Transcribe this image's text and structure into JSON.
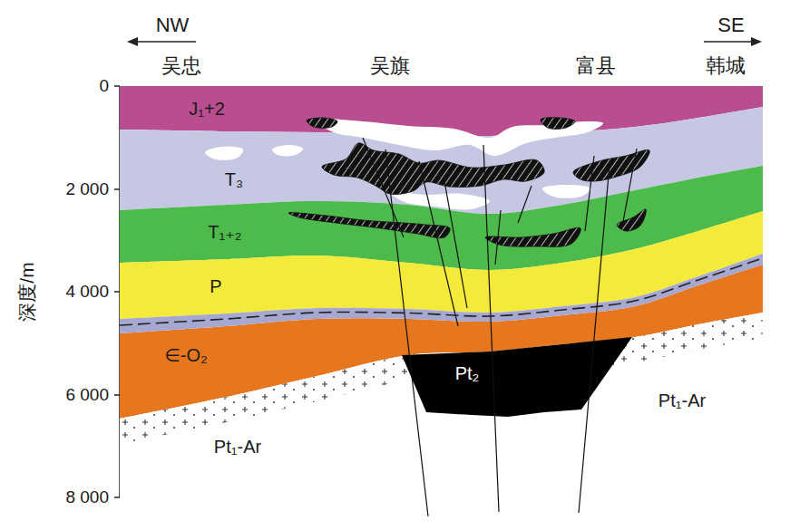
{
  "diagram": {
    "nodes": [
      {
        "text": [
          "J₁+2"
        ]
      },
      {
        "text": [
          "T₃"
        ]
      },
      {
        "text": [
          "T₁₊₂"
        ]
      },
      {
        "text": [
          "P"
        ]
      },
      {
        "text": [
          "∈-O₂"
        ]
      },
      {
        "text": [
          "Pt₁-Ar",
          "Pt₁-Ar"
        ]
      },
      {
        "text": [
          "Pt₂"
        ]
      }
    ],
    "labels": [
      "NW",
      "SE",
      "吴忠",
      "吴旗",
      "富县",
      "韩城",
      "0",
      "2 000",
      "4 000",
      "6 000",
      "8 000",
      "深度/m"
    ]
  }
}
